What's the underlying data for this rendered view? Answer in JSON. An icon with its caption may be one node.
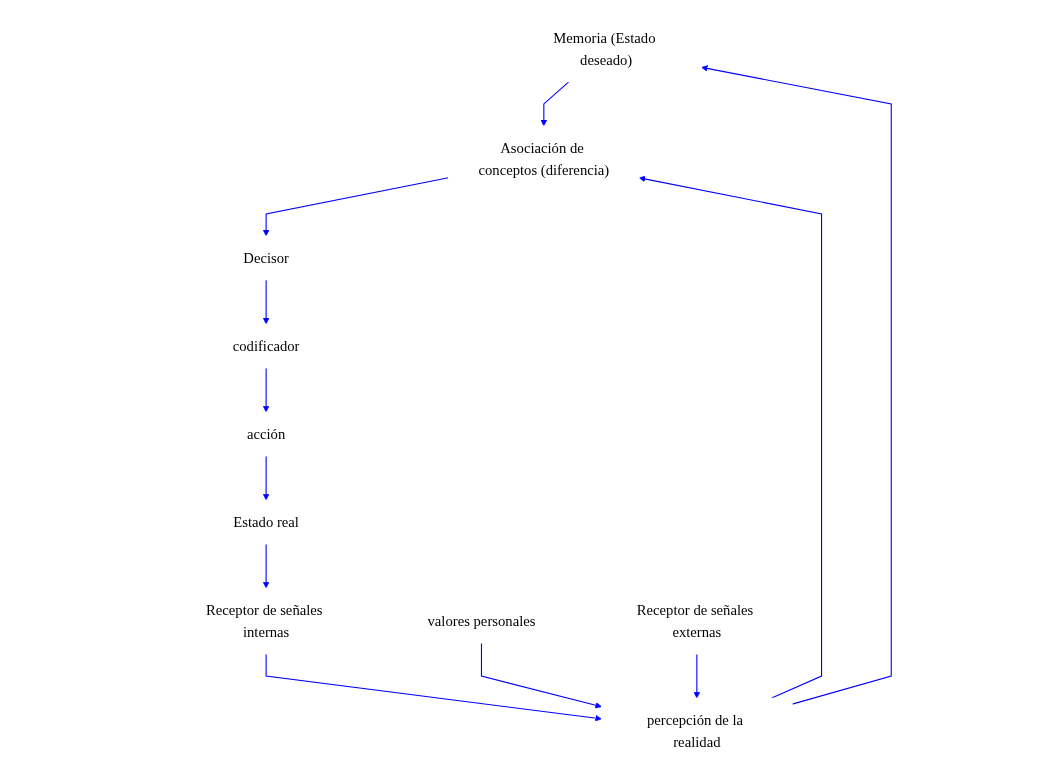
{
  "diagram": {
    "nodes": [
      {
        "text": [
          "Memoria (Estado deseado)"
        ]
      },
      {
        "text": [
          "Asociación de conceptos (diferencia)"
        ]
      },
      {
        "text": [
          "valores personales"
        ]
      },
      {
        "text": [
          "Decisor"
        ]
      },
      {
        "text": [
          "Receptor de señales externas"
        ]
      },
      {
        "text": [
          "codificador"
        ]
      },
      {
        "text": [
          "percepción de la realidad"
        ]
      },
      {
        "text": [
          "acción"
        ]
      },
      {
        "text": [
          "Estado real"
        ]
      },
      {
        "text": [
          "Receptor de señales internas"
        ]
      }
    ],
    "edges": [
      {
        "from": 0,
        "to": 1,
        "arrow": "to",
        "color": "#0000ff"
      },
      {
        "from": 1,
        "to": 3,
        "arrow": "to",
        "color": "#0000ff"
      },
      {
        "from": 3,
        "to": 5,
        "arrow": "to",
        "color": "#0000ff"
      },
      {
        "from": 5,
        "to": 7,
        "arrow": "to",
        "color": "#0000ff"
      },
      {
        "from": 7,
        "to": 8,
        "arrow": "to",
        "color": "#0000ff"
      },
      {
        "from": 8,
        "to": 9,
        "arrow": "to",
        "color": "#0000ff"
      },
      {
        "from": 9,
        "to": 6,
        "arrow": "to",
        "color": "#0000ff"
      },
      {
        "from": 6,
        "to": 1,
        "arrow": "to",
        "color": "#0000ff"
      },
      {
        "from": 6,
        "to": 0,
        "arrow": "to",
        "color": "#0000ff"
      },
      {
        "from": 2,
        "to": 6,
        "arrow": "to",
        "color": "#0000ff"
      },
      {
        "from": 4,
        "to": 6,
        "arrow": "to",
        "color": "#0000ff"
      }
    ]
  }
}
